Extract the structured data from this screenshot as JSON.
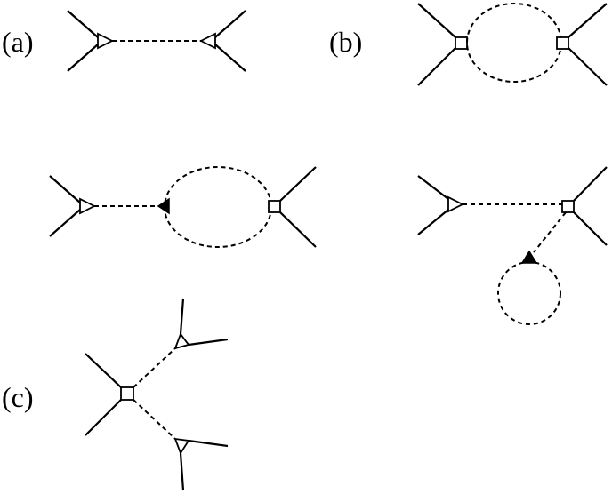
{
  "figure": {
    "panels": [
      {
        "id": "a",
        "label": "(a)"
      },
      {
        "id": "b",
        "label": "(b)"
      },
      {
        "id": "c",
        "label": "(c)"
      }
    ]
  },
  "colors": {
    "ink": "#000000",
    "background": "#ffffff"
  }
}
